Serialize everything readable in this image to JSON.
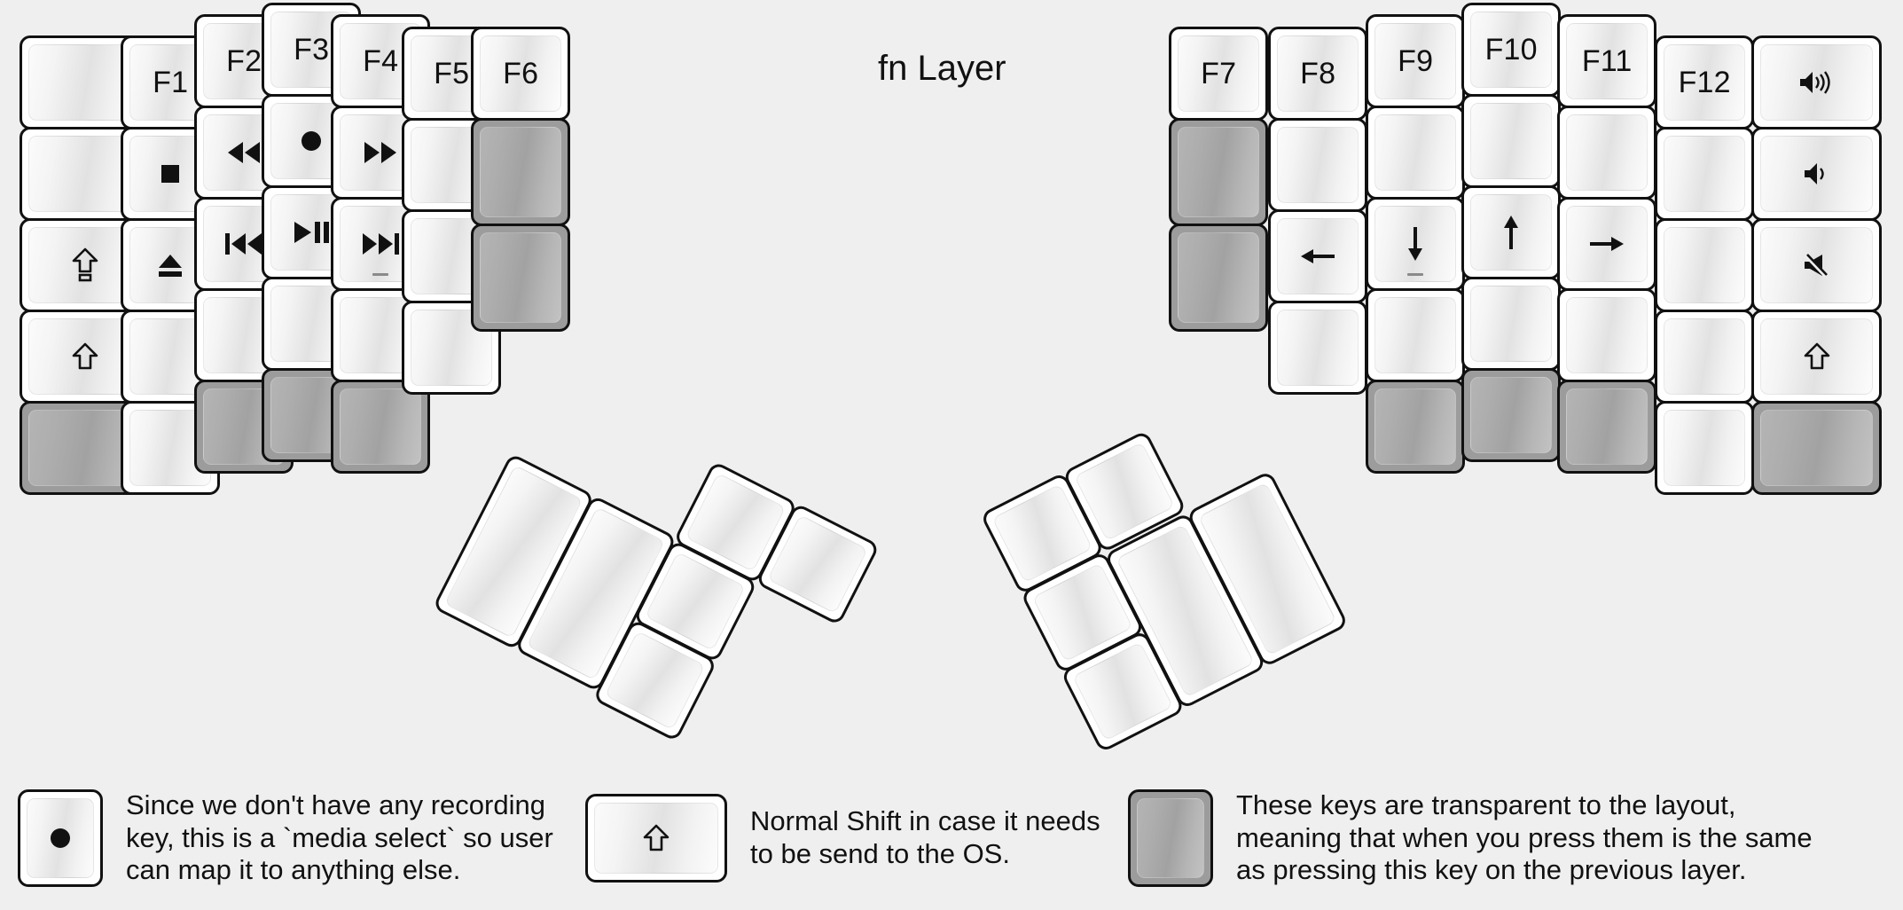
{
  "title": "fn Layer",
  "colors": {
    "background": "#efefef",
    "key_face": "#ffffff",
    "key_border": "#111111",
    "transparent_key": "#9c9c9c",
    "text": "#111111"
  },
  "legend": {
    "items": [
      {
        "key_glyph": "record-dot",
        "key_style": "normal",
        "text": "Since we don't have any recording\nkey, this is a `media select` so user\ncan map it to anything else."
      },
      {
        "key_glyph": "shift-arrow",
        "key_style": "normal",
        "text": "Normal Shift in case it needs\nto be send to the OS."
      },
      {
        "key_glyph": "",
        "key_style": "transparent",
        "text": "These keys are transparent to the layout,\nmeaning that when you press them is the same\nas pressing this key on the previous layer."
      }
    ]
  },
  "keyboard": {
    "left_half": {
      "columns": [
        {
          "name": "pinky-outer",
          "keys": [
            {
              "label": "",
              "icon": "",
              "style": "normal"
            },
            {
              "label": "",
              "icon": "",
              "style": "normal"
            },
            {
              "label": "",
              "icon": "caps-lock-arrow",
              "style": "normal"
            },
            {
              "label": "",
              "icon": "shift-arrow",
              "style": "normal"
            },
            {
              "label": "",
              "icon": "",
              "style": "transparent"
            }
          ]
        },
        {
          "name": "pinky",
          "keys": [
            {
              "label": "F1",
              "icon": "",
              "style": "normal"
            },
            {
              "label": "",
              "icon": "media-stop",
              "style": "normal"
            },
            {
              "label": "",
              "icon": "media-eject",
              "style": "normal"
            },
            {
              "label": "",
              "icon": "",
              "style": "normal"
            },
            {
              "label": "",
              "icon": "",
              "style": "normal"
            }
          ]
        },
        {
          "name": "ring",
          "keys": [
            {
              "label": "F2",
              "icon": "",
              "style": "normal"
            },
            {
              "label": "",
              "icon": "media-rewind",
              "style": "normal"
            },
            {
              "label": "",
              "icon": "media-prev-track",
              "style": "normal"
            },
            {
              "label": "",
              "icon": "",
              "style": "normal"
            },
            {
              "label": "",
              "icon": "",
              "style": "transparent"
            }
          ]
        },
        {
          "name": "middle",
          "keys": [
            {
              "label": "F3",
              "icon": "",
              "style": "normal"
            },
            {
              "label": "",
              "icon": "media-record",
              "style": "normal"
            },
            {
              "label": "",
              "icon": "media-play-pause",
              "style": "normal"
            },
            {
              "label": "",
              "icon": "",
              "style": "normal"
            },
            {
              "label": "",
              "icon": "",
              "style": "transparent"
            }
          ]
        },
        {
          "name": "index",
          "keys": [
            {
              "label": "F4",
              "icon": "",
              "style": "normal"
            },
            {
              "label": "",
              "icon": "media-fast-forward",
              "style": "normal"
            },
            {
              "label": "",
              "icon": "media-next-track",
              "style": "normal"
            },
            {
              "label": "",
              "icon": "",
              "style": "normal"
            },
            {
              "label": "",
              "icon": "",
              "style": "transparent"
            }
          ]
        },
        {
          "name": "index-inner",
          "keys": [
            {
              "label": "F5",
              "icon": "",
              "style": "normal"
            },
            {
              "label": "",
              "icon": "",
              "style": "normal"
            },
            {
              "label": "",
              "icon": "",
              "style": "normal"
            },
            {
              "label": "",
              "icon": "",
              "style": "normal"
            }
          ]
        },
        {
          "name": "inner",
          "keys": [
            {
              "label": "F6",
              "icon": "",
              "style": "normal"
            },
            {
              "label": "",
              "icon": "",
              "style": "transparent"
            },
            {
              "label": "",
              "icon": "",
              "style": "transparent"
            }
          ]
        }
      ],
      "thumb_cluster": [
        {
          "label": "",
          "icon": "",
          "style": "normal",
          "size": "1.5u"
        },
        {
          "label": "",
          "icon": "",
          "style": "normal",
          "size": "1.5u"
        },
        {
          "label": "",
          "icon": "",
          "style": "normal",
          "size": "1u"
        },
        {
          "label": "",
          "icon": "",
          "style": "normal",
          "size": "1u"
        },
        {
          "label": "",
          "icon": "",
          "style": "normal",
          "size": "1u"
        },
        {
          "label": "",
          "icon": "",
          "style": "normal",
          "size": "1u"
        }
      ]
    },
    "right_half": {
      "columns": [
        {
          "name": "inner",
          "keys": [
            {
              "label": "F7",
              "icon": "",
              "style": "normal"
            },
            {
              "label": "",
              "icon": "",
              "style": "transparent"
            },
            {
              "label": "",
              "icon": "",
              "style": "transparent"
            }
          ]
        },
        {
          "name": "index-inner",
          "keys": [
            {
              "label": "F8",
              "icon": "",
              "style": "normal"
            },
            {
              "label": "",
              "icon": "",
              "style": "normal"
            },
            {
              "label": "",
              "icon": "arrow-left",
              "style": "normal"
            },
            {
              "label": "",
              "icon": "",
              "style": "normal"
            }
          ]
        },
        {
          "name": "index",
          "keys": [
            {
              "label": "F9",
              "icon": "",
              "style": "normal"
            },
            {
              "label": "",
              "icon": "",
              "style": "normal"
            },
            {
              "label": "",
              "icon": "arrow-down",
              "style": "normal"
            },
            {
              "label": "",
              "icon": "",
              "style": "normal"
            },
            {
              "label": "",
              "icon": "",
              "style": "transparent"
            }
          ]
        },
        {
          "name": "middle",
          "keys": [
            {
              "label": "F10",
              "icon": "",
              "style": "normal"
            },
            {
              "label": "",
              "icon": "",
              "style": "normal"
            },
            {
              "label": "",
              "icon": "arrow-up",
              "style": "normal"
            },
            {
              "label": "",
              "icon": "",
              "style": "normal"
            },
            {
              "label": "",
              "icon": "",
              "style": "transparent"
            }
          ]
        },
        {
          "name": "ring",
          "keys": [
            {
              "label": "F11",
              "icon": "",
              "style": "normal"
            },
            {
              "label": "",
              "icon": "",
              "style": "normal"
            },
            {
              "label": "",
              "icon": "arrow-right",
              "style": "normal"
            },
            {
              "label": "",
              "icon": "",
              "style": "normal"
            },
            {
              "label": "",
              "icon": "",
              "style": "transparent"
            }
          ]
        },
        {
          "name": "pinky",
          "keys": [
            {
              "label": "F12",
              "icon": "",
              "style": "normal"
            },
            {
              "label": "",
              "icon": "",
              "style": "normal"
            },
            {
              "label": "",
              "icon": "",
              "style": "normal"
            },
            {
              "label": "",
              "icon": "",
              "style": "normal"
            },
            {
              "label": "",
              "icon": "",
              "style": "normal"
            }
          ]
        },
        {
          "name": "pinky-outer",
          "keys": [
            {
              "label": "",
              "icon": "volume-up",
              "style": "normal"
            },
            {
              "label": "",
              "icon": "volume-down",
              "style": "normal"
            },
            {
              "label": "",
              "icon": "volume-mute",
              "style": "normal"
            },
            {
              "label": "",
              "icon": "shift-arrow",
              "style": "normal"
            },
            {
              "label": "",
              "icon": "",
              "style": "transparent"
            }
          ]
        }
      ],
      "thumb_cluster": [
        {
          "label": "",
          "icon": "",
          "style": "normal",
          "size": "1u"
        },
        {
          "label": "",
          "icon": "",
          "style": "normal",
          "size": "1u"
        },
        {
          "label": "",
          "icon": "",
          "style": "normal",
          "size": "1u"
        },
        {
          "label": "",
          "icon": "",
          "style": "normal",
          "size": "1u"
        },
        {
          "label": "",
          "icon": "",
          "style": "normal",
          "size": "1.5u"
        },
        {
          "label": "",
          "icon": "",
          "style": "normal",
          "size": "1.5u"
        }
      ]
    }
  }
}
